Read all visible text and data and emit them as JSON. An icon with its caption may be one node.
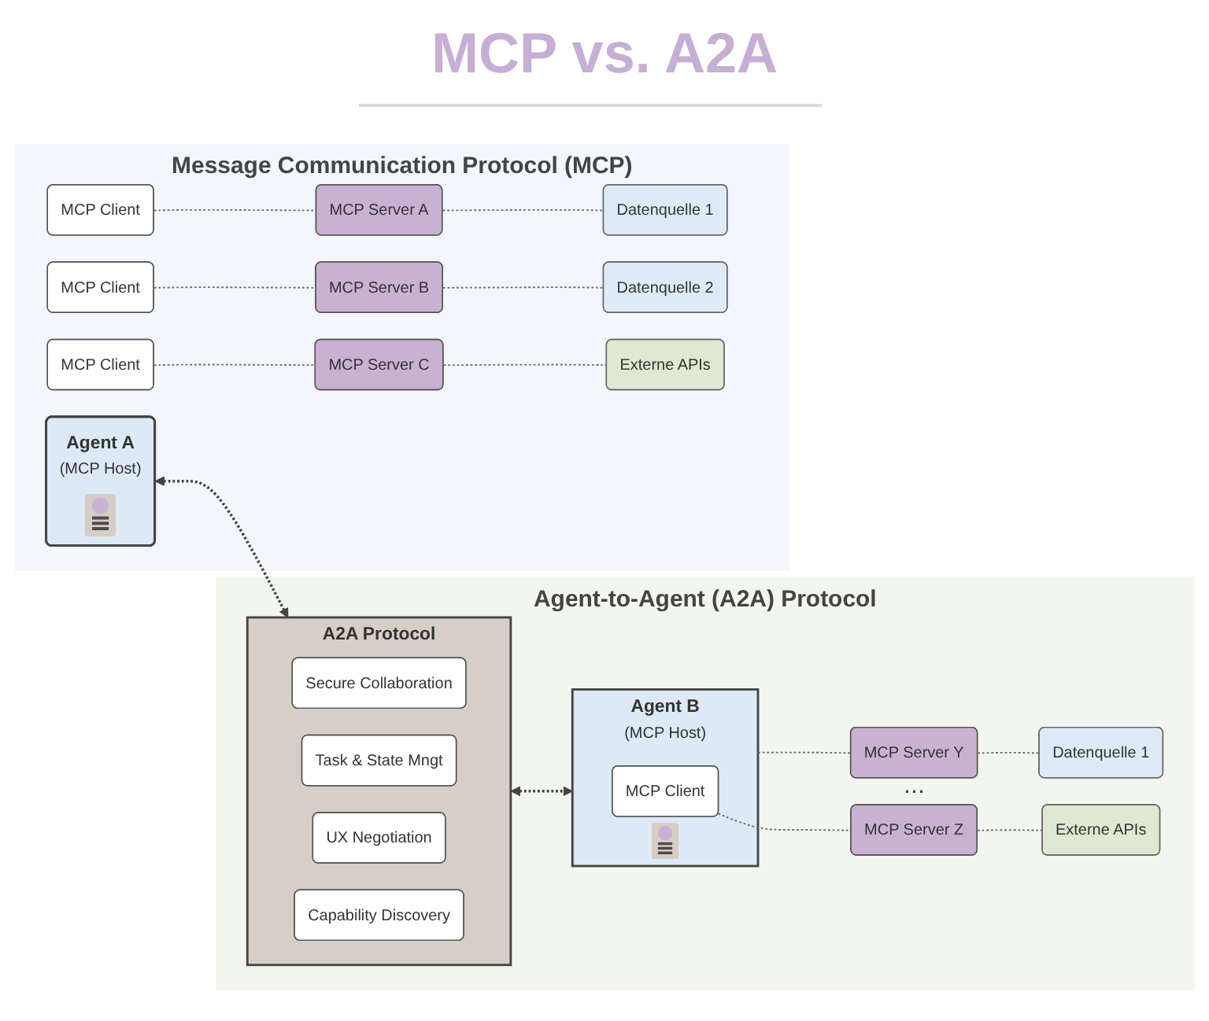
{
  "diagram": {
    "title": "MCP vs. A2A",
    "nodes": [
      {
        "text": [
          "Message Communication Protocol (MCP)"
        ]
      },
      {
        "text": [
          "Agent A",
          "(MCP Host)"
        ],
        "in": 0
      },
      {
        "text": [
          "MCP Client"
        ],
        "in": 0
      },
      {
        "text": [
          "MCP Client"
        ],
        "in": 0
      },
      {
        "text": [
          "MCP Client"
        ],
        "in": 0
      },
      {
        "text": [
          "MCP Server A"
        ],
        "in": 0
      },
      {
        "text": [
          "MCP Server B"
        ],
        "in": 0
      },
      {
        "text": [
          "MCP Server C"
        ],
        "in": 0
      },
      {
        "text": [
          "Datenquelle 1"
        ],
        "in": 0
      },
      {
        "text": [
          "Datenquelle 2"
        ],
        "in": 0
      },
      {
        "text": [
          "Externe APIs"
        ],
        "in": 0
      },
      {
        "text": [
          "Agent-to-Agent (A2A) Protocol"
        ]
      },
      {
        "text": [
          "A2A Protocol"
        ],
        "in": 11
      },
      {
        "text": [
          "Secure Collaboration"
        ],
        "in": 12
      },
      {
        "text": [
          "Task & State Mngt"
        ],
        "in": 12
      },
      {
        "text": [
          "UX Negotiation"
        ],
        "in": 12
      },
      {
        "text": [
          "Capability Discovery"
        ],
        "in": 12
      },
      {
        "text": [
          "Agent B",
          "(MCP Host)"
        ],
        "in": 11
      },
      {
        "text": [
          "MCP Client"
        ],
        "in": 17
      },
      {
        "text": [
          "MCP Server Y"
        ],
        "in": 11
      },
      {
        "text": [
          "MCP Server Z"
        ],
        "in": 11
      },
      {
        "text": [
          "Datenquelle 1"
        ],
        "in": 11
      },
      {
        "text": [
          "Externe APIs"
        ],
        "in": 11
      }
    ],
    "edges": [
      {
        "from": 2,
        "to": 5,
        "arrow": "none",
        "style": "dashed"
      },
      {
        "from": 3,
        "to": 6,
        "arrow": "none",
        "style": "dashed"
      },
      {
        "from": 4,
        "to": 7,
        "arrow": "none",
        "style": "dashed"
      },
      {
        "from": 5,
        "to": 8,
        "arrow": "none",
        "style": "dashed"
      },
      {
        "from": 6,
        "to": 9,
        "arrow": "none",
        "style": "dashed"
      },
      {
        "from": 7,
        "to": 10,
        "arrow": "none",
        "style": "dashed"
      },
      {
        "from": 1,
        "to": 12,
        "arrow": "both",
        "style": "dashed",
        "color": "#444444"
      },
      {
        "from": 12,
        "to": 17,
        "arrow": "both",
        "style": "dashed",
        "color": "#444444"
      },
      {
        "from": 17,
        "to": 19,
        "arrow": "none",
        "style": "dashed"
      },
      {
        "from": 18,
        "to": 20,
        "arrow": "none",
        "style": "dashed"
      },
      {
        "from": 19,
        "to": 21,
        "arrow": "none",
        "style": "dashed"
      },
      {
        "from": 20,
        "to": 22,
        "arrow": "none",
        "style": "dashed"
      }
    ],
    "labels": [
      "..."
    ]
  }
}
